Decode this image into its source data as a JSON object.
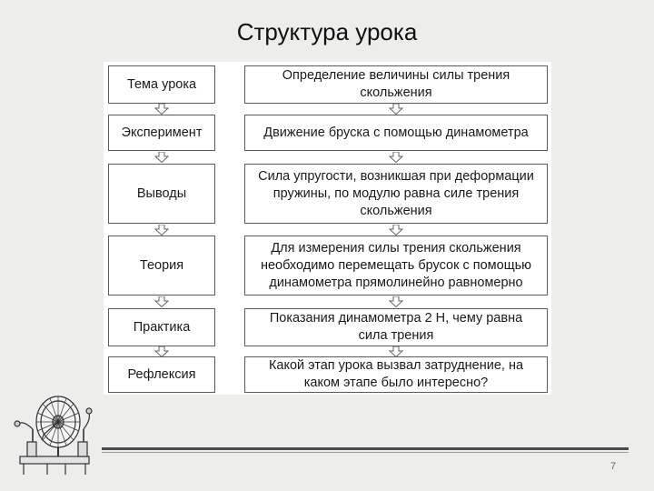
{
  "slide": {
    "title": "Структура урока",
    "page_number": "7"
  },
  "diagram": {
    "stages": [
      {
        "label": "Тема урока",
        "description": "Определение величины силы трения\nскольжения"
      },
      {
        "label": "Эксперимент",
        "description": "Движение бруска с помощью динамометра"
      },
      {
        "label": "Выводы",
        "description": "Сила упругости, возникшая при деформации\nпружины, по модулю равна силе трения\nскольжения"
      },
      {
        "label": "Теория",
        "description": "Для измерения силы трения скольжения\nнеобходимо перемещать брусок с помощью\nдинамометра прямолинейно равномерно"
      },
      {
        "label": "Практика",
        "description": "Показания динамометра 2 Н, чему равна\nсила трения"
      },
      {
        "label": "Рефлексия",
        "description": "Какой этап урока вызвал затруднение, на\nкаком этапе было интересно?"
      }
    ]
  },
  "icons": {
    "machine": "electrostatic-machine-icon",
    "arrow": "down-arrow-icon"
  }
}
